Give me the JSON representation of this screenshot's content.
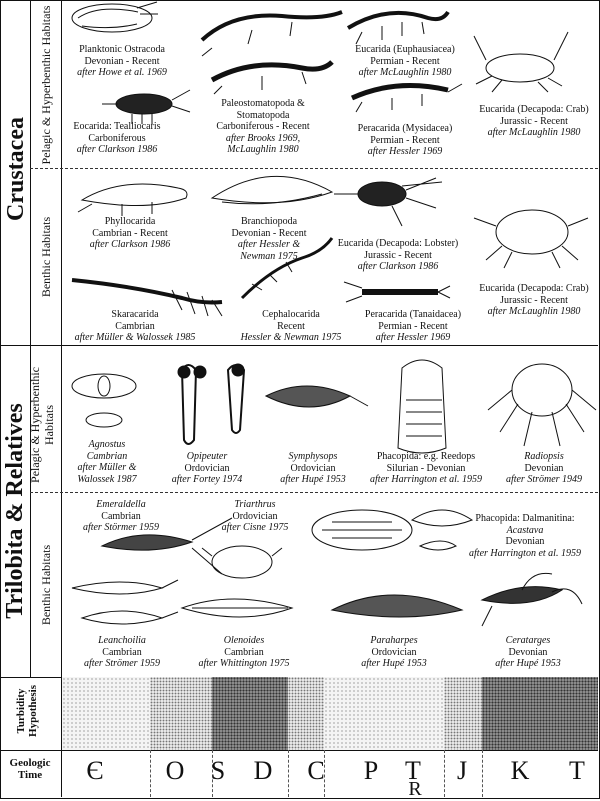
{
  "groups": {
    "crustacea": "Crustacea",
    "trilobita": "Trilobita & Relatives"
  },
  "habitats": {
    "crustacea_pelagic": "Pelagic & Hyperbenthic Habitats",
    "crustacea_benthic": "Benthic Habitats",
    "trilobita_pelagic": "Pelagic & Hyperbenthic Habitats",
    "trilobita_benthic": "Benthic Habitats"
  },
  "rows": {
    "turbidity": "Turbidity Hypothesis",
    "geologic_time": "Geologic Time"
  },
  "taxa": {
    "ostracoda": {
      "name": "Planktonic Ostracoda",
      "range": "Devonian - Recent",
      "after": "after Howe et al. 1969"
    },
    "tealliocaris": {
      "name": "Eocarida: Tealliocaris",
      "range": "Carboniferous",
      "after": "after Clarkson 1986"
    },
    "paleostomatopoda": {
      "name": "Paleostomatopoda &",
      "name2": "Stomatopoda",
      "range": "Carboniferous - Recent",
      "after": "after Brooks 1969,",
      "after2": "McLaughlin 1980"
    },
    "euphausiacea": {
      "name": "Eucarida (Euphausiacea)",
      "range": "Permian - Recent",
      "after": "after McLaughlin 1980"
    },
    "mysidacea": {
      "name": "Peracarida (Mysidacea)",
      "range": "Permian - Recent",
      "after": "after Hessler 1969"
    },
    "crab_pelagic": {
      "name": "Eucarida (Decapoda: Crab)",
      "range": "Jurassic - Recent",
      "after": "after McLaughlin 1980"
    },
    "phyllocarida": {
      "name": "Phyllocarida",
      "range": "Cambrian - Recent",
      "after": "after Clarkson 1986"
    },
    "branchiopoda": {
      "name": "Branchiopoda",
      "range": "Devonian - Recent",
      "after": "after Hessler &",
      "after2": "Newman 1975"
    },
    "lobster": {
      "name": "Eucarida (Decapoda: Lobster)",
      "range": "Jurassic - Recent",
      "after": "after Clarkson 1986"
    },
    "skaracarida": {
      "name": "Skaracarida",
      "range": "Cambrian",
      "after": "after Müller & Walossek 1985"
    },
    "cephalocarida": {
      "name": "Cephalocarida",
      "range": "Recent",
      "after": "Hessler & Newman 1975"
    },
    "tanaidacea": {
      "name": "Peracarida (Tanaidacea)",
      "range": "Permian - Recent",
      "after": "after Hessler 1969"
    },
    "crab_benthic": {
      "name": "Eucarida (Decapoda: Crab)",
      "range": "Jurassic - Recent",
      "after": "after McLaughlin 1980"
    },
    "agnostus": {
      "name": "Agnostus",
      "range": "Cambrian",
      "after": "after Müller &",
      "after2": "Walossek 1987"
    },
    "opipeuter": {
      "name": "Opipeuter",
      "range": "Ordovician",
      "after": "after Fortey 1974"
    },
    "symphysops": {
      "name": "Symphysops",
      "range": "Ordovician",
      "after": "after Hupé 1953"
    },
    "reedops": {
      "name": "Phacopida: e.g. Reedops",
      "range": "Silurian - Devonian",
      "after": "after Harrington et al. 1959"
    },
    "radiopsis": {
      "name": "Radiopsis",
      "range": "Devonian",
      "after": "after Strömer 1949"
    },
    "emeraldella": {
      "name": "Emeraldella",
      "range": "Cambrian",
      "after": "after Störmer 1959"
    },
    "triarthrus": {
      "name": "Triarthrus",
      "range": "Ordovician",
      "after": "after Cisne 1975"
    },
    "acastava": {
      "name": "Phacopida: Dalmanitina:",
      "name2": "Acastava",
      "range": "Devonian",
      "after": "after Harrington et al. 1959"
    },
    "leanchoilia": {
      "name": "Leanchoilia",
      "range": "Cambrian",
      "after": "after Strömer 1959"
    },
    "olenoides": {
      "name": "Olenoides",
      "range": "Cambrian",
      "after": "after Whittington 1975"
    },
    "paraharpes": {
      "name": "Paraharpes",
      "range": "Ordovician",
      "after": "after Hupé 1953"
    },
    "ceratarges": {
      "name": "Ceratarges",
      "range": "Devonian",
      "after": "after Hupé 1953"
    }
  },
  "periods": [
    {
      "symbol": "Є"
    },
    {
      "symbol": "O"
    },
    {
      "symbol": "S"
    },
    {
      "symbol": "D"
    },
    {
      "symbol": "C"
    },
    {
      "symbol": "P"
    },
    {
      "symbol": "T"
    },
    {
      "symbol": "J"
    },
    {
      "symbol": "K"
    },
    {
      "symbol": "T"
    }
  ],
  "triassic_mark": "R"
}
